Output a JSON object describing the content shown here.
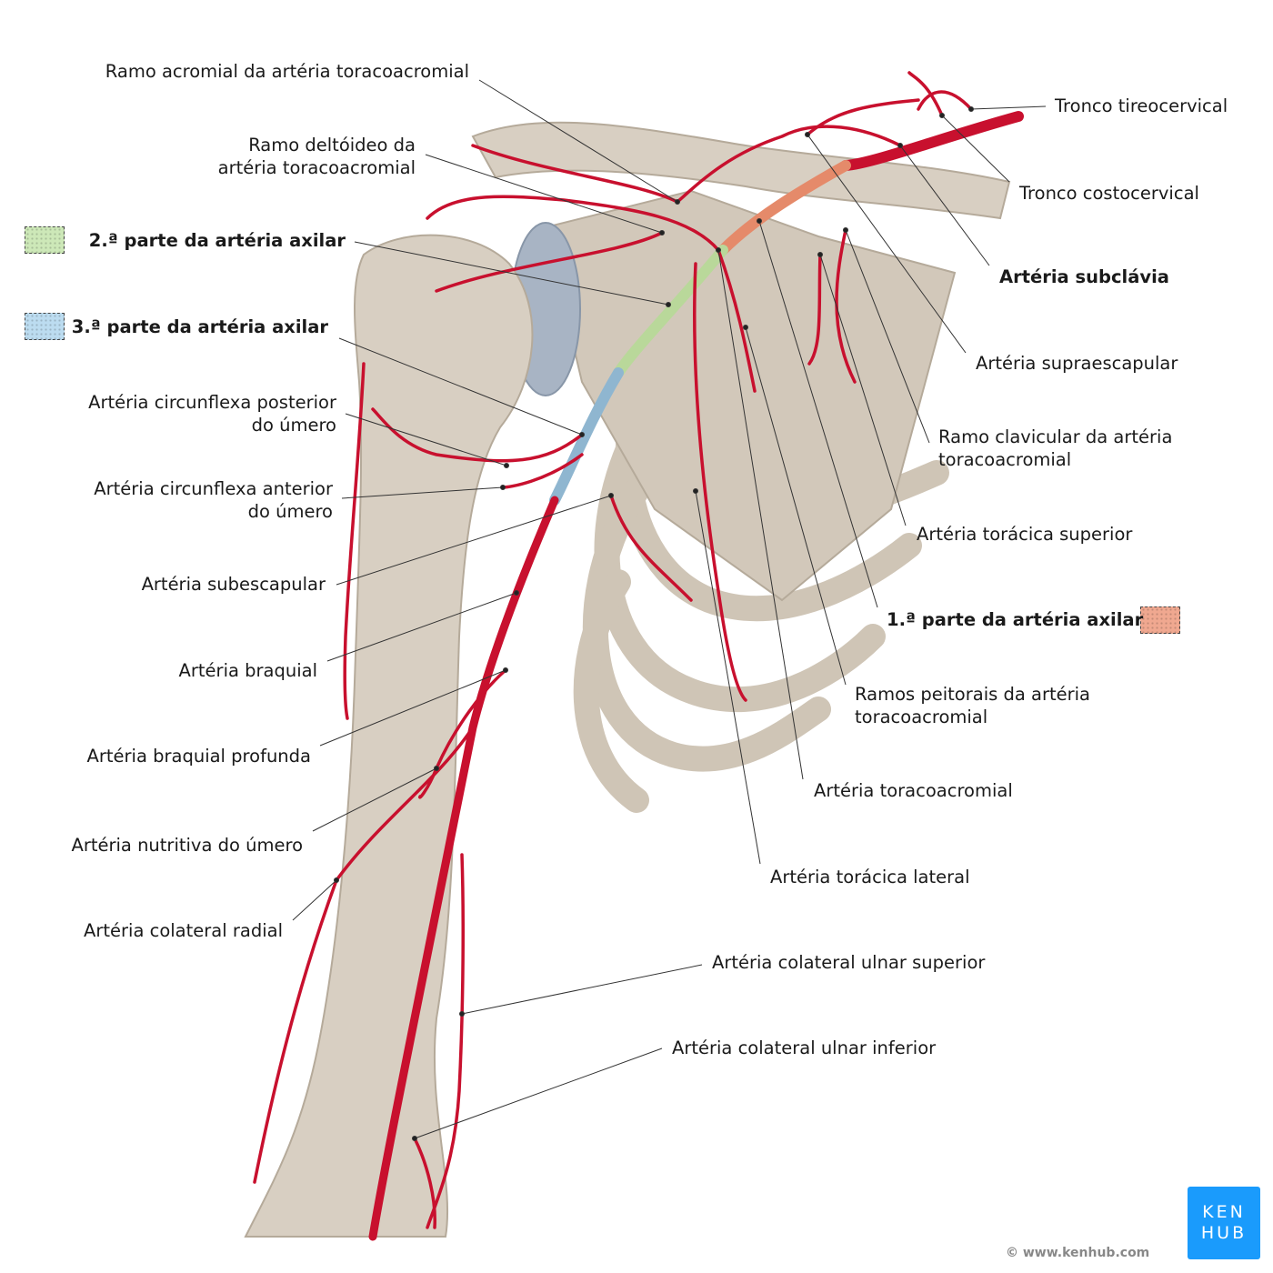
{
  "title": "Artérias do membro superior - artéria axilar",
  "legend": [
    {
      "label": "1.ª parte da artéria axilar",
      "color": "#f0a890"
    },
    {
      "label": "2.ª parte da artéria axilar",
      "color": "#cde8b8"
    },
    {
      "label": "3.ª parte da artéria axilar",
      "color": "#bcdcf0"
    }
  ],
  "labels_left": [
    {
      "text": "Ramo acromial da artéria toracoacromial"
    },
    {
      "lines": [
        "Ramo deltóideo da",
        "artéria toracoacromial"
      ]
    },
    {
      "lines": [
        "Artéria circunflexa posterior",
        "do úmero"
      ]
    },
    {
      "lines": [
        "Artéria circunflexa anterior",
        "do úmero"
      ]
    },
    {
      "text": "Artéria subescapular"
    },
    {
      "text": "Artéria braquial"
    },
    {
      "text": "Artéria braquial profunda"
    },
    {
      "text": "Artéria nutritiva do úmero"
    },
    {
      "text": "Artéria colateral radial"
    }
  ],
  "labels_right": [
    {
      "text": "Tronco tireocervical"
    },
    {
      "text": "Tronco costocervical"
    },
    {
      "text": "Artéria subclávia"
    },
    {
      "text": "Artéria supraescapular"
    },
    {
      "lines": [
        "Ramo clavicular da artéria",
        "toracoacromial"
      ]
    },
    {
      "text": "Artéria torácica superior"
    },
    {
      "lines": [
        "Ramos peitorais da artéria",
        "toracoacromial"
      ]
    },
    {
      "text": "Artéria toracoacromial"
    },
    {
      "text": "Artéria torácica lateral"
    },
    {
      "text": "Artéria colateral ulnar superior"
    },
    {
      "text": "Artéria colateral ulnar inferior"
    }
  ],
  "brand": {
    "logo_line1": "KEN",
    "logo_line2": "HUB",
    "copyright": "© www.kenhub.com"
  },
  "colors": {
    "artery": "#c8102e",
    "bone": "#d9d0c3",
    "brand": "#1a9bfc"
  }
}
